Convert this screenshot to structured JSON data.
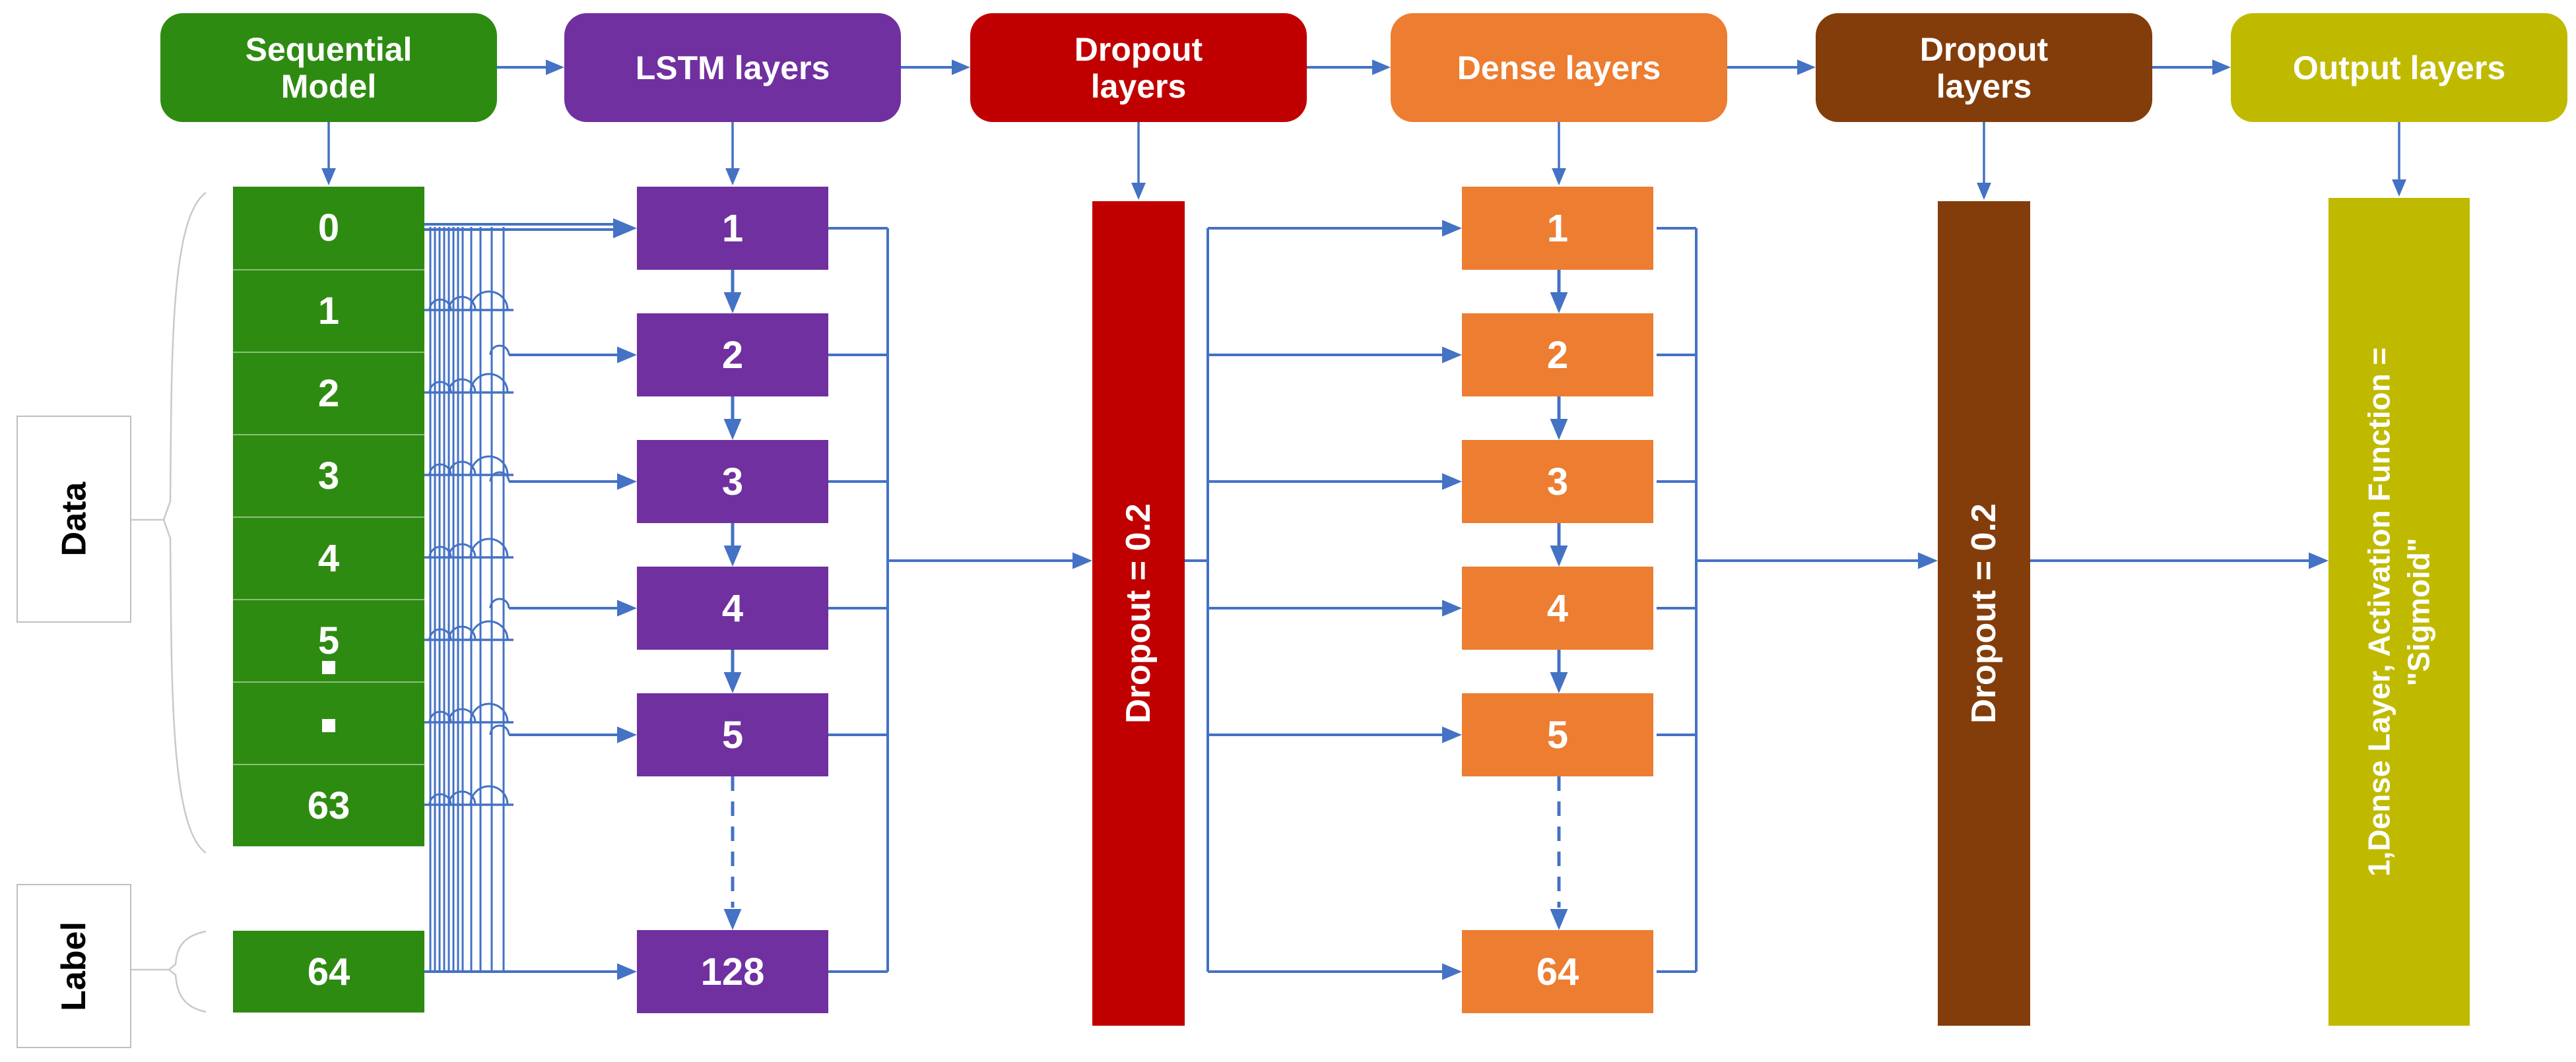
{
  "pipeline": [
    {
      "label": "Sequential\nModel"
    },
    {
      "label": "LSTM layers"
    },
    {
      "label": "Dropout\nlayers"
    },
    {
      "label": "Dense layers"
    },
    {
      "label": "Dropout\nlayers"
    },
    {
      "label": "Output layers"
    }
  ],
  "input_column": {
    "cells": [
      "0",
      "1",
      "2",
      "3",
      "4",
      "5",
      "",
      "63"
    ],
    "label_cell": "64"
  },
  "lstm_column": {
    "cells": [
      "1",
      "2",
      "3",
      "4",
      "5",
      "128"
    ]
  },
  "dense_column": {
    "cells": [
      "1",
      "2",
      "3",
      "4",
      "5",
      "64"
    ]
  },
  "dropout_bar_1": {
    "label": "Dropout = 0.2"
  },
  "dropout_bar_2": {
    "label": "Dropout = 0.2"
  },
  "output_bar": {
    "line1": "1,Dense Layer, Activation Function =",
    "line2": "\"Sigmoid\""
  },
  "side_labels": {
    "data": "Data",
    "label": "Label"
  },
  "colors": {
    "green": "#2e8b12",
    "purple": "#7030a0",
    "red": "#c00000",
    "orange": "#ed7d31",
    "brown": "#833d0b",
    "yellow": "#bfba00",
    "connector_blue": "#4472c4",
    "brace_gray": "#c9c9c9"
  }
}
